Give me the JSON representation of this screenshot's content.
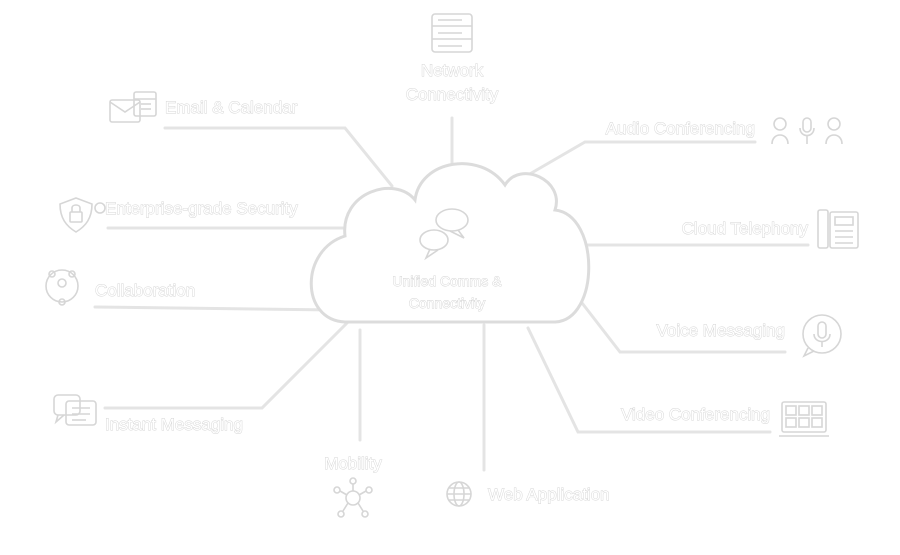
{
  "center": {
    "label_line1": "Unified Comms &",
    "label_line2": "Connectivity",
    "icon": "chat-bubbles-icon"
  },
  "nodes": {
    "network": {
      "line1": "Network",
      "line2": "Connectivity",
      "icon": "server-rack-icon"
    },
    "email": {
      "label": "Email & Calendar",
      "icon": "email-calendar-icon"
    },
    "audio": {
      "label": "Audio Conferencing",
      "icon": "people-microphone-icon"
    },
    "security": {
      "label": "Enterprise-grade Security",
      "icon": "shield-lock-icon"
    },
    "telephony": {
      "label": "Cloud Telephony",
      "icon": "desk-phone-icon"
    },
    "collaboration": {
      "label": "Collaboration",
      "icon": "team-circle-icon"
    },
    "voice": {
      "label": "Voice Messaging",
      "icon": "voice-message-icon"
    },
    "im": {
      "label": "Instant Messaging",
      "icon": "chat-window-icon"
    },
    "video": {
      "label": "Video Conferencing",
      "icon": "video-screen-icon"
    },
    "mobility": {
      "label": "Mobility",
      "icon": "network-hub-icon"
    },
    "web": {
      "label": "Web Application",
      "icon": "globe-icon"
    }
  },
  "colors": {
    "background": "#ffffff",
    "text_outline": "#d3d3d3",
    "lines": "#e4e4e4"
  }
}
